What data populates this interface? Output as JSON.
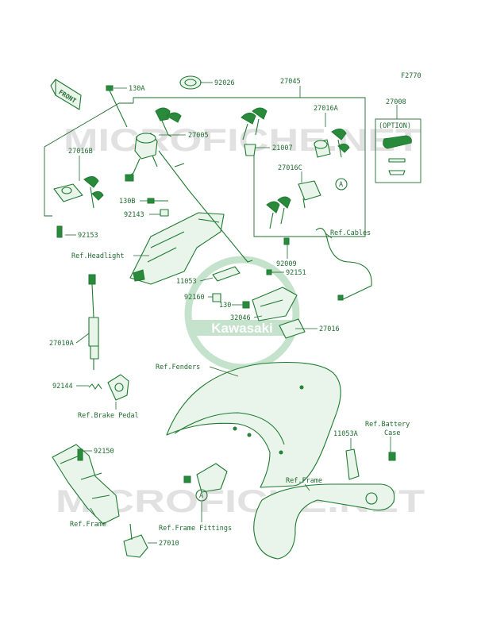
{
  "diagram_code": "F2770",
  "watermark": {
    "top": "MICROFICHE.NET",
    "bottom": "MICROFICHE.NET",
    "brand": "Kawasaki"
  },
  "front_badge": "FRONT",
  "option_label": "(OPTION)",
  "labels": {
    "p130A": "130A",
    "p92026": "92026",
    "p27045": "27045",
    "p27005": "27005",
    "p27016A": "27016A",
    "p27008": "27008",
    "p21007": "21007",
    "p27016B": "27016B",
    "p27016C": "27016C",
    "p130B": "130B",
    "p92143": "92143",
    "p92153": "92153",
    "refCables": "Ref.Cables",
    "refHeadlight": "Ref.Headlight",
    "p92009": "92009",
    "p92151": "92151",
    "p11053": "11053",
    "p92160": "92160",
    "p130": "130",
    "p32046": "32046",
    "p27016": "27016",
    "p27010A": "27010A",
    "refFenders": "Ref.Fenders",
    "p92144": "92144",
    "refBrakePedal": "Ref.Brake Pedal",
    "refBattery1": "Ref.Battery",
    "refBattery2": "Case",
    "p11053A": "11053A",
    "p92150": "92150",
    "refFrame1": "Ref.Frame",
    "refFrame2": "Ref.Frame",
    "refFrameFittings": "Ref.Frame Fittings",
    "p27010": "27010",
    "markerA1": "A",
    "markerA2": "A"
  }
}
